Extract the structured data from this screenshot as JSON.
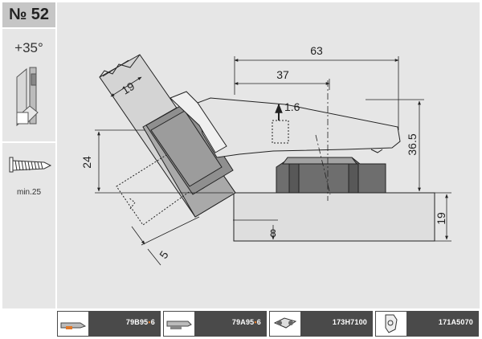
{
  "header": {
    "number_label": "№ 52"
  },
  "angle": {
    "label": "+35°"
  },
  "screw": {
    "label": "min.25"
  },
  "dimensions": {
    "width_63": "63",
    "width_37": "37",
    "thickness_19_door": "19",
    "height_24": "24",
    "height_36_5": "36.5",
    "thickness_19_side": "19",
    "plate_8": "8",
    "offset_5": "5",
    "cup_1_6": "1.6"
  },
  "products": [
    {
      "code_prefix": "79B95",
      "code_mark": "▪",
      "code_suffix": "6",
      "icon": "mounting-plate-icon"
    },
    {
      "code_prefix": "79A95",
      "code_mark": "▪",
      "code_suffix": "6",
      "icon": "mounting-plate-icon"
    },
    {
      "code": "173H7100",
      "icon": "cross-plate-icon"
    },
    {
      "code": "171A5070",
      "icon": "cover-cap-icon"
    }
  ],
  "colors": {
    "panel": "#e6e6e6",
    "header": "#c6c6c6",
    "bar": "#4a4a4a",
    "accent_mark": "#e0782a"
  }
}
